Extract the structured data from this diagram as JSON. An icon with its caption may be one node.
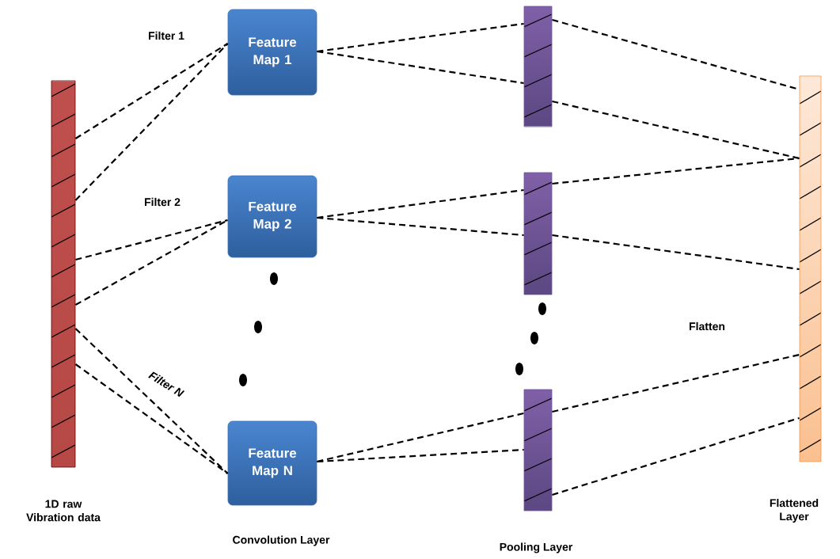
{
  "diagram": {
    "nodes": [
      {
        "text": [],
        "shape": "bar",
        "beside": [
          "1D raw Vibration data"
        ]
      },
      {
        "text": [
          "Feature Map 1"
        ]
      },
      {
        "text": [
          "Feature Map 2"
        ]
      },
      {
        "text": [
          "Feature Map N"
        ]
      },
      {
        "text": [],
        "shape": "bar"
      },
      {
        "text": [],
        "shape": "bar"
      },
      {
        "text": [],
        "shape": "bar"
      },
      {
        "text": [],
        "shape": "bar",
        "beside": [
          "Flattened Layer"
        ]
      }
    ],
    "edges": [
      {
        "from": 0,
        "to": 1,
        "arrow": "none",
        "label": "Filter 1"
      },
      {
        "from": 0,
        "to": 1,
        "arrow": "none"
      },
      {
        "from": 0,
        "to": 2,
        "arrow": "none",
        "label": "Filter 2"
      },
      {
        "from": 0,
        "to": 2,
        "arrow": "none"
      },
      {
        "from": 0,
        "to": 3,
        "arrow": "none",
        "label": "Filter N"
      },
      {
        "from": 0,
        "to": 3,
        "arrow": "none"
      },
      {
        "from": 1,
        "to": 4,
        "arrow": "none"
      },
      {
        "from": 1,
        "to": 4,
        "arrow": "none"
      },
      {
        "from": 2,
        "to": 5,
        "arrow": "none"
      },
      {
        "from": 2,
        "to": 5,
        "arrow": "none"
      },
      {
        "from": 3,
        "to": 6,
        "arrow": "none"
      },
      {
        "from": 3,
        "to": 6,
        "arrow": "none"
      },
      {
        "from": 4,
        "to": 7,
        "arrow": "none"
      },
      {
        "from": 4,
        "to": 7,
        "arrow": "none"
      },
      {
        "from": 5,
        "to": 7,
        "arrow": "none"
      },
      {
        "from": 5,
        "to": 7,
        "arrow": "none"
      },
      {
        "from": 6,
        "to": 7,
        "arrow": "none"
      },
      {
        "from": 6,
        "to": 7,
        "arrow": "none"
      }
    ],
    "labels": [
      "Flatten",
      "Convolution Layer",
      "Pooling Layer"
    ]
  }
}
